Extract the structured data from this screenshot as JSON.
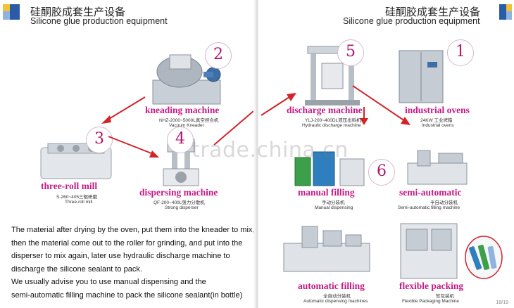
{
  "left_page": {
    "header_cn": "硅酮胶成套生产设备",
    "header_en": "Silicone glue production equipment"
  },
  "right_page": {
    "header_cn": "硅酮胶成套生产设备",
    "header_en": "Silicone glue production equipment"
  },
  "watermark": "trade.china.cn",
  "machines": {
    "kneading": {
      "number": "2",
      "name": "kneading machine",
      "model": "NHZ-2000~5000L真空捏合机",
      "sub": "Vacuum Kneader"
    },
    "three_roll": {
      "number": "3",
      "name": "three-roll mill",
      "model": "S-260~405三辊研磨",
      "sub": "Three-roll mill"
    },
    "dispersing": {
      "number": "4",
      "name": "dispersing machine",
      "model": "QF-200~400L强力分散机",
      "sub": "Strong disperser"
    },
    "discharge": {
      "number": "5",
      "name": "discharge machine",
      "model": "YLJ-200~400DL液压出料机",
      "sub": "Hydraulic discharge machine"
    },
    "ovens": {
      "number": "1",
      "name": "industrial ovens",
      "model": "24KW 工业烤箱",
      "sub": "Industrial ovens"
    },
    "manual": {
      "name": "manual filling",
      "model": "手动分装机",
      "sub": "Manual dispensing"
    },
    "semi": {
      "number": "6",
      "name": "semi-automatic",
      "model": "半自动分装机",
      "sub": "Semi-automatic filling machine"
    },
    "automatic": {
      "name": "automatic filling",
      "model": "全自动分装机",
      "sub": "Automatic dispensing machines"
    },
    "flexible": {
      "name": "flexible packing",
      "model": "软包装机",
      "sub": "Flexible Packaging Machine"
    }
  },
  "paragraph": [
    "The material after drying by the oven, put them into the kneader to mix,",
    "then the material come out to the roller for grinding, and put into the",
    "disperser to mix again, later use hydraulic discharge machine to",
    "discharge the silicone sealant to pack.",
    "We usually advise you to use manual dispensing and the",
    "semi-automatic filling machine to pack the silicone sealant(in bottle)"
  ],
  "page_number": "18/19",
  "colors": {
    "accent": "#c41b86",
    "arrow": "#d3232a",
    "header_blue": "#2a5ba8",
    "header_yellow": "#f1c232"
  }
}
